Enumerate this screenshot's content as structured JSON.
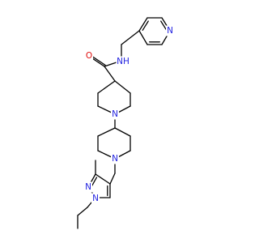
{
  "colors": {
    "bond": "#000000",
    "nitrogen": "#1f1fdf",
    "oxygen": "#e01010",
    "carbon": "#000000",
    "background": "#ffffff"
  },
  "atoms": [
    {
      "id": "o1",
      "symbol": "O"
    },
    {
      "id": "nh",
      "symbol": "N",
      "suffix": "H"
    },
    {
      "id": "npy",
      "symbol": "N"
    },
    {
      "id": "n1",
      "symbol": "N"
    },
    {
      "id": "n2",
      "symbol": "N"
    },
    {
      "id": "npz1",
      "symbol": "N"
    },
    {
      "id": "npz2",
      "symbol": "N"
    }
  ]
}
